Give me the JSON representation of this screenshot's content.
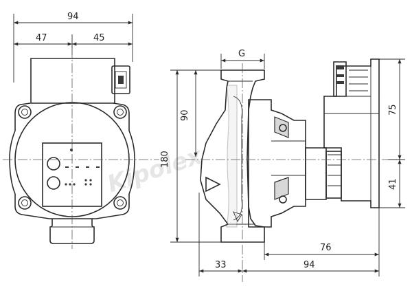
{
  "front_view": {
    "dim_overall_width": "94",
    "dim_left_half": "47",
    "dim_right_half": "45"
  },
  "side_view": {
    "dim_port": "G",
    "dim_total_height": "180",
    "dim_upper_height": "90",
    "dim_motor_upper": "75",
    "dim_motor_lower": "41",
    "dim_motor_depth": "76",
    "dim_flange_offset": "33",
    "dim_overall_depth": "94"
  },
  "watermark": "Kipolex"
}
